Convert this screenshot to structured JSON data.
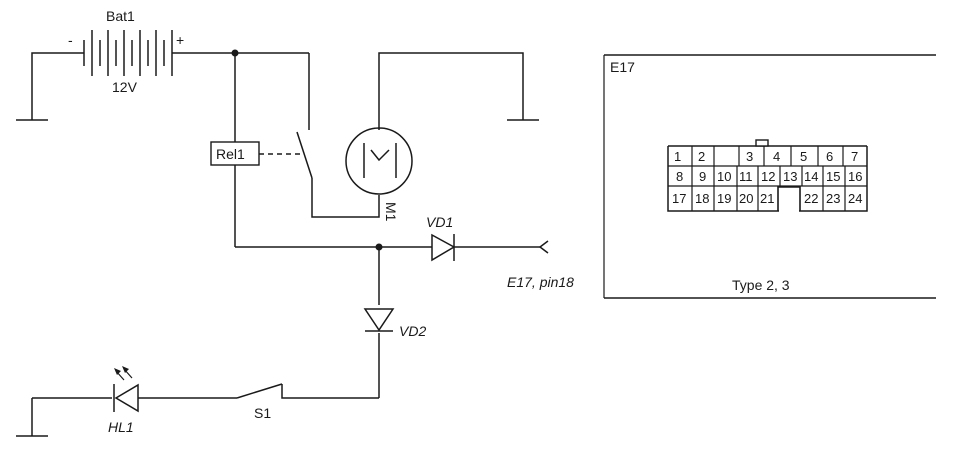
{
  "schematic": {
    "battery": {
      "name": "Bat1",
      "voltage": "12V",
      "minus": "-",
      "plus": "+"
    },
    "relay": {
      "name": "Rel1"
    },
    "motor": {
      "name": "M1",
      "symbol": "M"
    },
    "diode1": {
      "name": "VD1"
    },
    "diode2": {
      "name": "VD2"
    },
    "connector_ref": "E17, pin18",
    "led": {
      "name": "HL1"
    },
    "switch": {
      "name": "S1"
    }
  },
  "connector": {
    "title": "E17",
    "caption": "Type 2, 3",
    "row1": [
      "1",
      "2",
      "",
      "3",
      "4",
      "5",
      "6",
      "7"
    ],
    "row2": [
      "8",
      "9",
      "10",
      "11",
      "12",
      "13",
      "14",
      "15",
      "16"
    ],
    "row3": [
      "17",
      "18",
      "19",
      "20",
      "21",
      "",
      "22",
      "23",
      "24"
    ]
  }
}
